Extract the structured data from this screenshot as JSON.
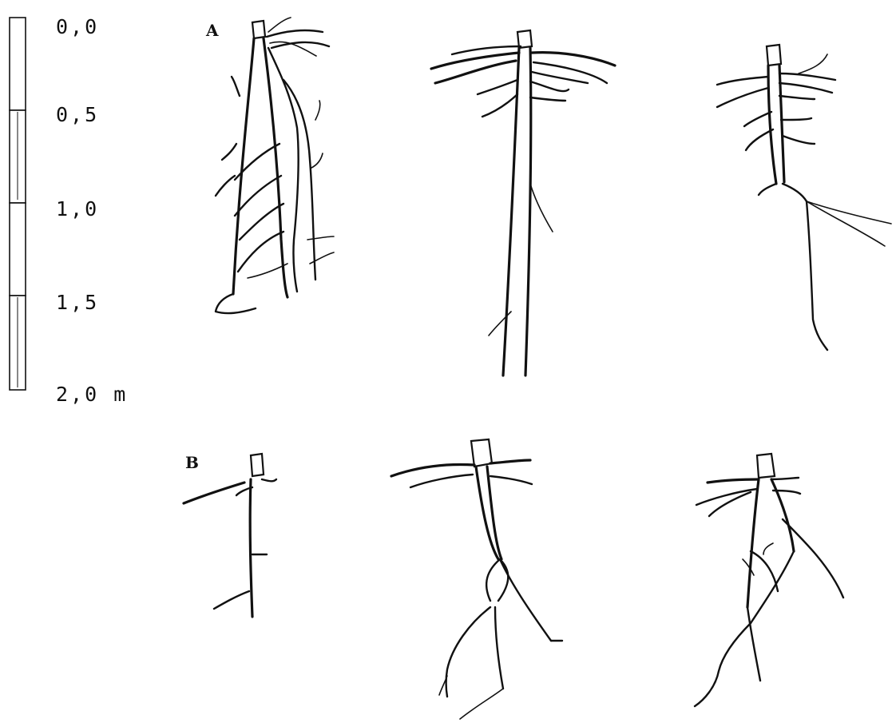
{
  "scale_bar": {
    "ticks": [
      "0,0",
      "0,5",
      "1,0",
      "1,5",
      "2,0 m"
    ],
    "segment_fill": [
      "#ffffff",
      "#ffffff",
      "#ffffff",
      "#ffffff"
    ]
  },
  "panels": {
    "a_label": "A",
    "b_label": "B"
  },
  "colors": {
    "ink": "#111111",
    "paper": "#ffffff"
  }
}
